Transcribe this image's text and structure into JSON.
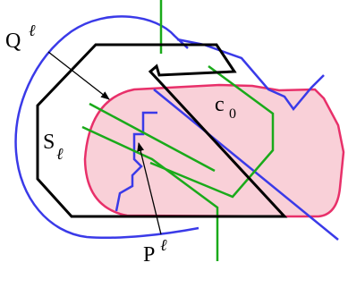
{
  "labels": {
    "q": {
      "main": "Q",
      "sup": "ℓ"
    },
    "s": {
      "main": "S",
      "sub": "ℓ"
    },
    "c": {
      "main": "c",
      "sub": "0"
    },
    "p": {
      "main": "P",
      "sup": "ℓ"
    }
  },
  "colors": {
    "pink_fill": "#f9d0d8",
    "pink_stroke": "#e8306a",
    "blue": "#3a3ae8",
    "green": "#1aaa1a",
    "black": "#000000"
  }
}
